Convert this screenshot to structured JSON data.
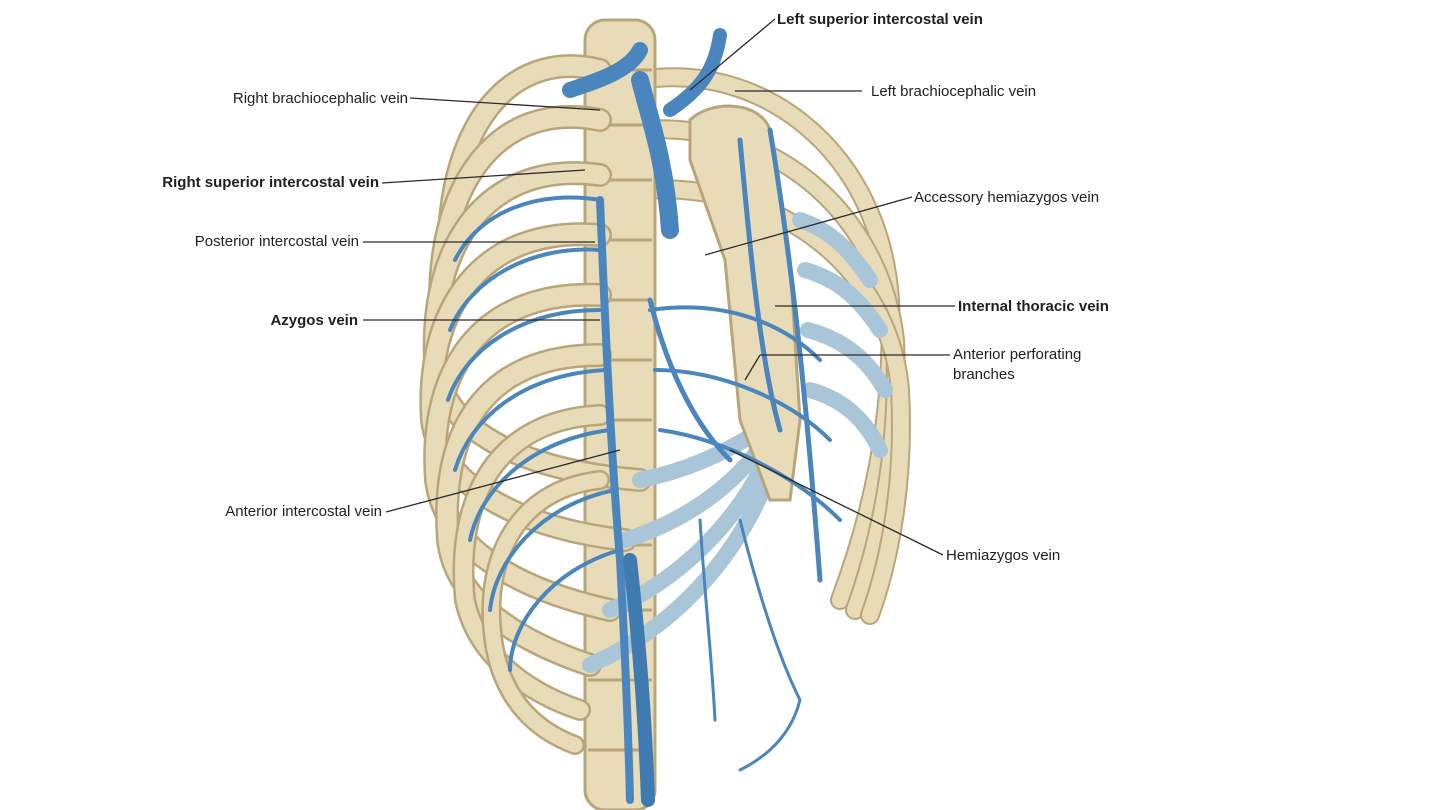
{
  "colors": {
    "bone": "#e8dbb8",
    "bone_edge": "#b9a57a",
    "cartilage": "#a9c6d8",
    "vein": "#4a86bd",
    "vein_dark": "#2e5f8e",
    "leader": "#2a2a2a"
  },
  "labels": {
    "left_superior_intercostal_vein": "Left superior intercostal vein",
    "right_brachiocephalic_vein": "Right brachiocephalic vein",
    "left_brachiocephalic_vein": "Left brachiocephalic vein",
    "right_superior_intercostal_vein": "Right superior intercostal vein",
    "accessory_hemiazygos_vein": "Accessory hemiazygos vein",
    "posterior_intercostal_vein": "Posterior intercostal vein",
    "azygos_vein": "Azygos vein",
    "internal_thoracic_vein": "Internal thoracic vein",
    "anterior_perforating_branches_line1": "Anterior perforating",
    "anterior_perforating_branches_line2": "branches",
    "anterior_intercostal_vein": "Anterior intercostal vein",
    "hemiazygos_vein": "Hemiazygos vein"
  }
}
